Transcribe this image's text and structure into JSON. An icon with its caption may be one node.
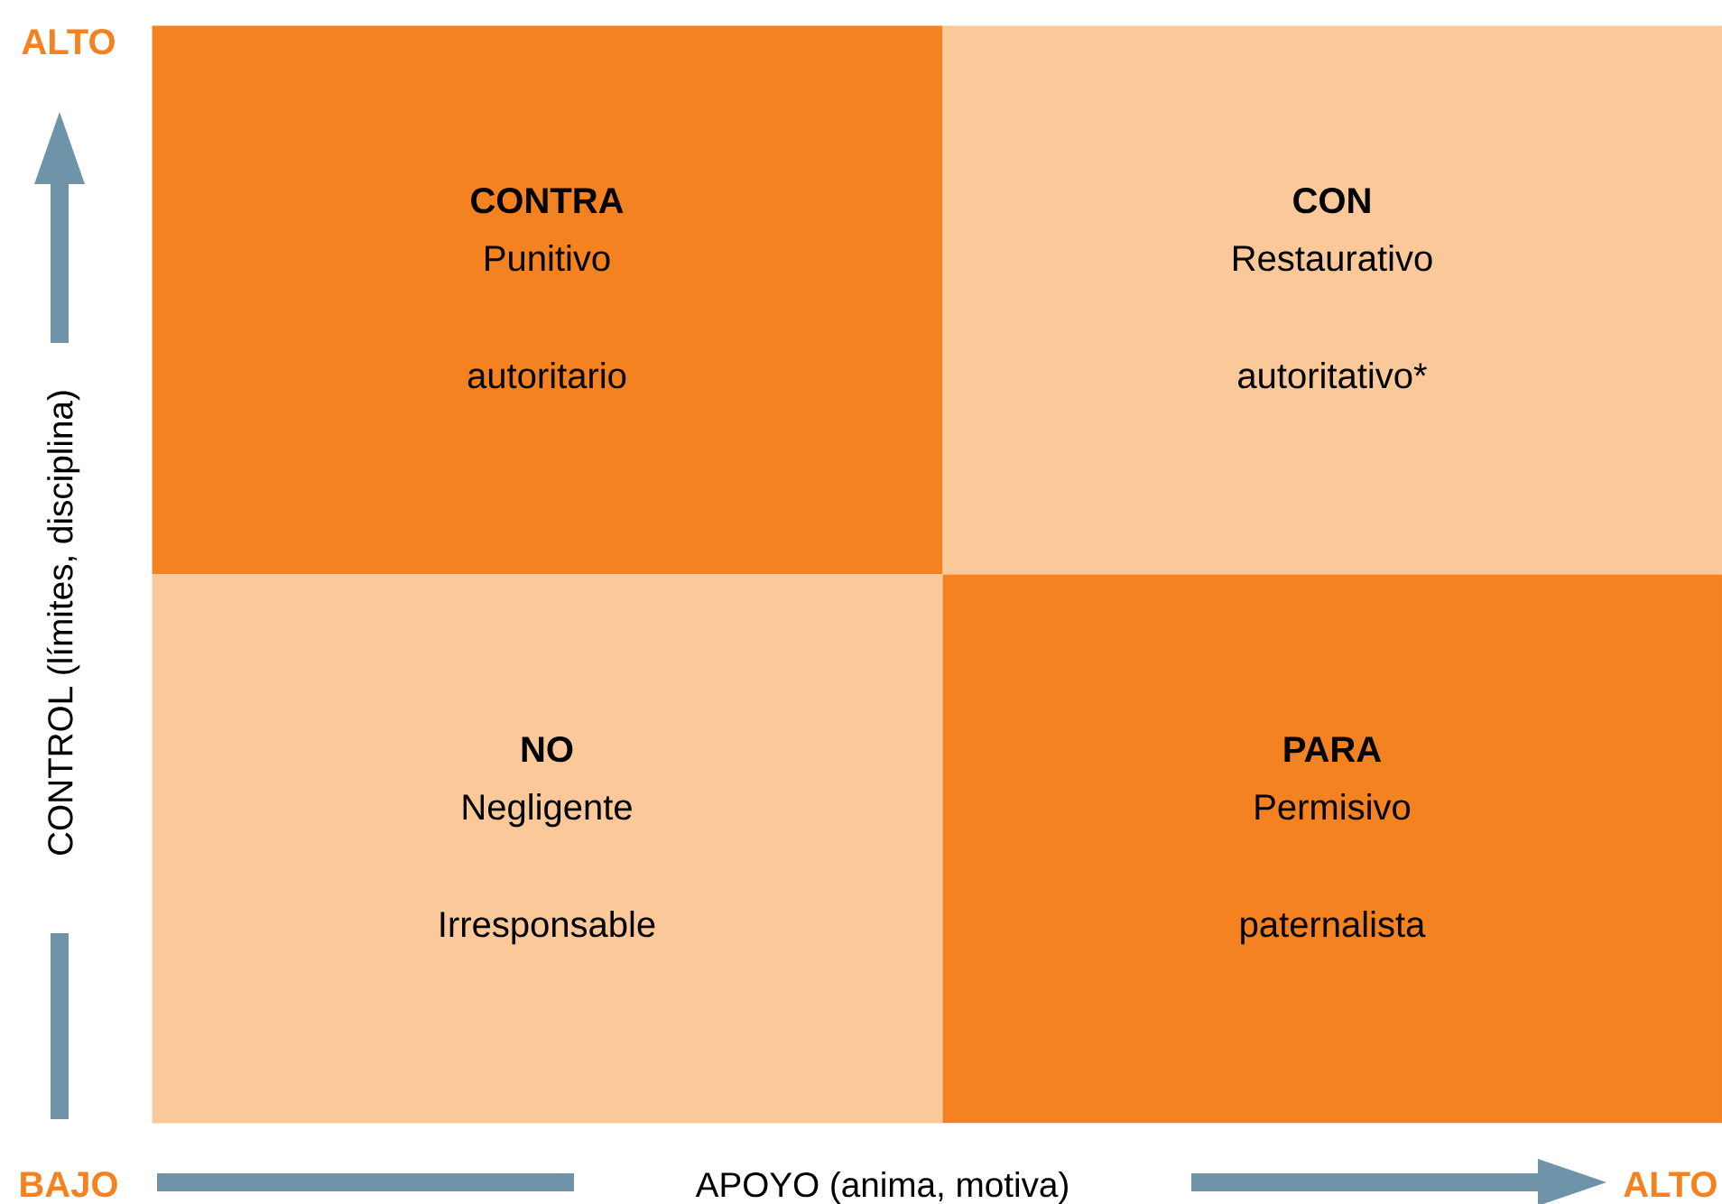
{
  "diagram": {
    "nodes": [
      {
        "text": [
          "CONTRA",
          "Punitivo",
          "autoritario"
        ]
      },
      {
        "text": [
          "CON",
          "Restaurativo",
          "autoritativo*"
        ]
      },
      {
        "text": [
          "NO",
          "Negligente",
          "Irresponsable"
        ]
      },
      {
        "text": [
          "PARA",
          "Permisivo",
          "paternalista"
        ]
      }
    ],
    "labels": [
      "ALTO",
      "CONTROL (límites, disciplina)",
      "BAJO",
      "APOYO (anima, motiva)",
      "ALTO"
    ]
  }
}
